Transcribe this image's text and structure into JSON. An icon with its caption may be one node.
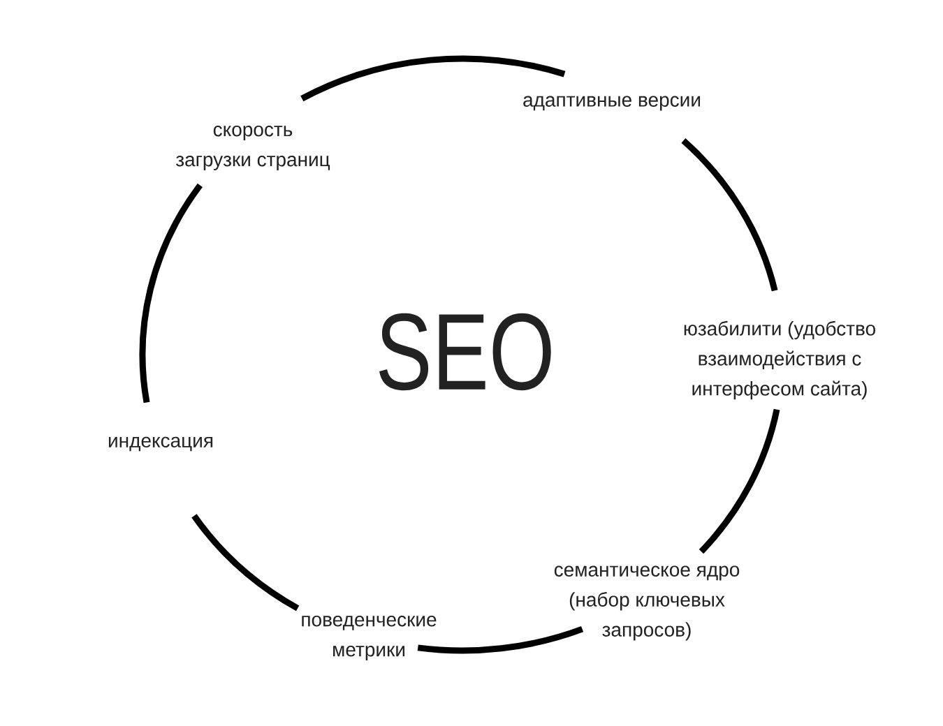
{
  "diagram": {
    "nodes": [
      {
        "text": [
          "скорость загрузки страниц"
        ]
      },
      {
        "text": [
          "адаптивные версии"
        ]
      },
      {
        "text": [
          "юзабилити (удобство взаимодействия с интерфесом сайта)"
        ]
      },
      {
        "text": [
          "семантическое ядро (набор ключевых запросов)"
        ]
      },
      {
        "text": [
          "поведенческие метрики"
        ]
      },
      {
        "text": [
          "индексация"
        ]
      }
    ],
    "edges": [
      {
        "from": 0,
        "to": 1,
        "arrow": "none"
      },
      {
        "from": 1,
        "to": 2,
        "arrow": "none"
      },
      {
        "from": 2,
        "to": 3,
        "arrow": "none"
      },
      {
        "from": 3,
        "to": 4,
        "arrow": "none"
      },
      {
        "from": 4,
        "to": 5,
        "arrow": "none"
      },
      {
        "from": 5,
        "to": 0,
        "arrow": "none"
      }
    ],
    "labels": [
      "SEO"
    ]
  }
}
